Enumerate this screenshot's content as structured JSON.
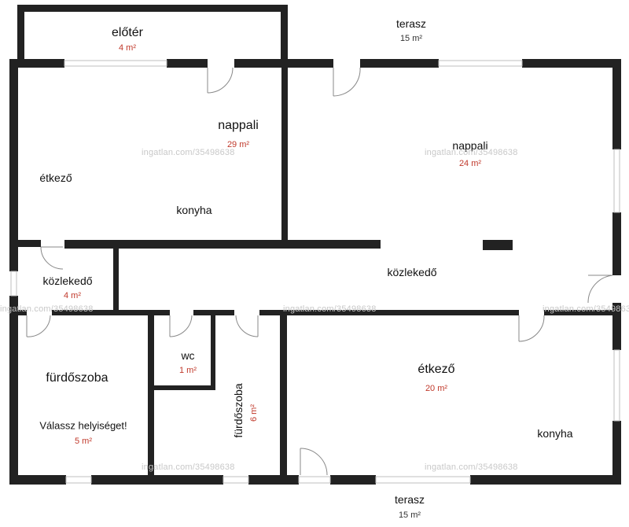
{
  "colors": {
    "wall": "#222222",
    "window": "#bfbfbf",
    "door": "#888888",
    "area_text": "#c0392b"
  },
  "rooms": {
    "eloter": {
      "name": "előtér",
      "area": "4 m²"
    },
    "terasz_top": {
      "name": "terasz",
      "area": "15 m²"
    },
    "left_upper": {
      "nappali": "nappali",
      "area": "29 m²",
      "etkezo": "étkező",
      "konyha": "konyha"
    },
    "right_upper": {
      "name": "nappali",
      "area": "24 m²"
    },
    "kozlekedo_small": {
      "name": "közlekedő",
      "area": "4 m²"
    },
    "kozlekedo_hall": {
      "name": "közlekedő"
    },
    "wc": {
      "name": "wc",
      "area": "1 m²"
    },
    "furdoszoba_left": {
      "name": "fürdőszoba",
      "subtitle": "Válassz helyiséget!",
      "area": "5 m²"
    },
    "furdoszoba_mid": {
      "name": "fürdőszoba",
      "area": "6 m²"
    },
    "right_lower": {
      "name": "étkező",
      "area": "20 m²",
      "konyha": "konyha"
    },
    "terasz_bottom": {
      "name": "terasz",
      "area": "15 m²"
    }
  },
  "watermark": "ingatlan.com/35498638"
}
